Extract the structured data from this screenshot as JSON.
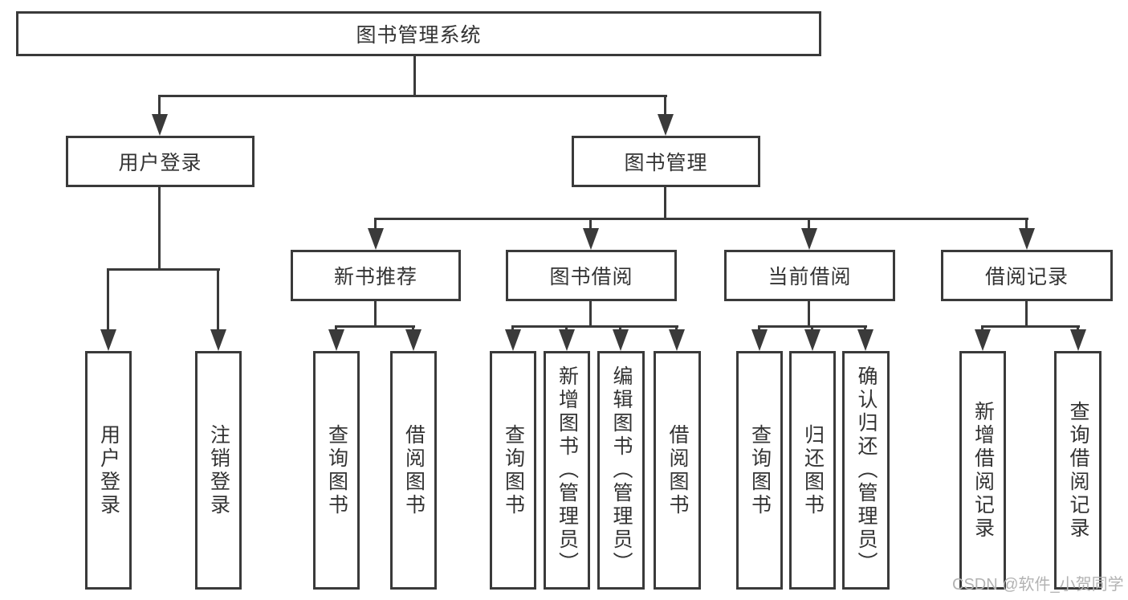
{
  "colors": {
    "line": "#3a3a3a",
    "text": "#333333",
    "watermark": "#b3b3b3",
    "bg": "#ffffff"
  },
  "tree": {
    "label": "图书管理系统",
    "children": [
      {
        "label": "用户登录",
        "children": [
          {
            "label": "用户登录"
          },
          {
            "label": "注销登录"
          }
        ]
      },
      {
        "label": "图书管理",
        "children": [
          {
            "label": "新书推荐",
            "children": [
              {
                "label": "查询图书"
              },
              {
                "label": "借阅图书"
              }
            ]
          },
          {
            "label": "图书借阅",
            "children": [
              {
                "label": "查询图书"
              },
              {
                "label": "新增图书（管理员）"
              },
              {
                "label": "编辑图书（管理员）"
              },
              {
                "label": "借阅图书"
              }
            ]
          },
          {
            "label": "当前借阅",
            "children": [
              {
                "label": "查询图书"
              },
              {
                "label": "归还图书"
              },
              {
                "label": "确认归还（管理员）"
              }
            ]
          },
          {
            "label": "借阅记录",
            "children": [
              {
                "label": "新增借阅记录"
              },
              {
                "label": "查询借阅记录"
              }
            ]
          }
        ]
      }
    ]
  },
  "watermark": "CSDN @软件_小贺同学"
}
